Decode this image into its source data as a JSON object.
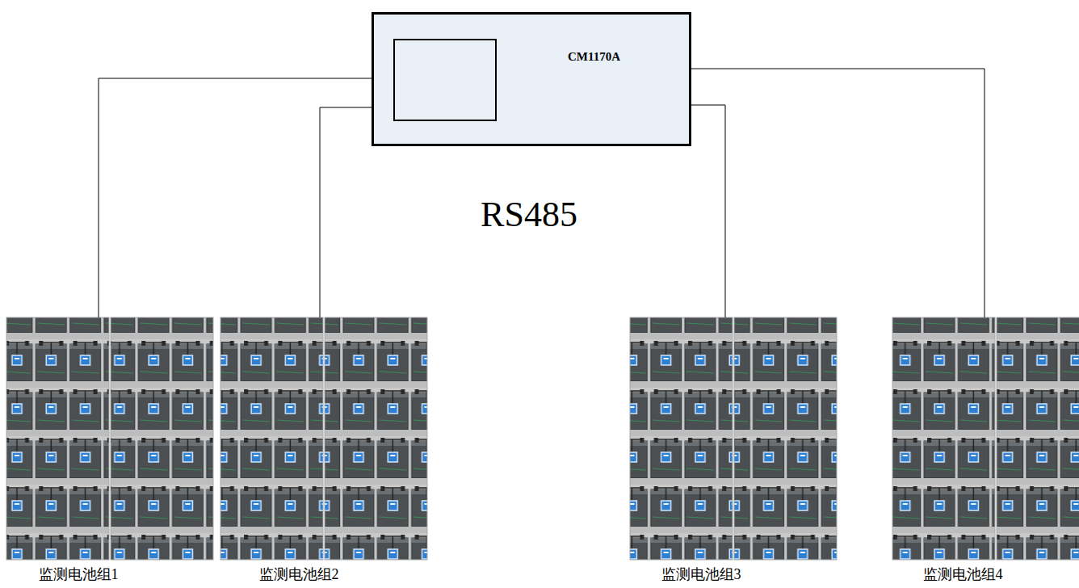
{
  "diagram": {
    "nodes": [
      {
        "text": [
          "CM1170A"
        ]
      },
      {
        "text": [
          "监测电池组1"
        ]
      },
      {
        "text": [
          "监测电池组2"
        ]
      },
      {
        "text": [
          "监测电池组3"
        ]
      },
      {
        "text": [
          "监测电池组4"
        ]
      }
    ],
    "edges": [
      {
        "from": 0,
        "to": 1,
        "arrow": "none"
      },
      {
        "from": 0,
        "to": 2,
        "arrow": "none"
      },
      {
        "from": 0,
        "to": 3,
        "arrow": "none"
      },
      {
        "from": 0,
        "to": 4,
        "arrow": "none"
      }
    ],
    "labels": [
      "RS485"
    ]
  }
}
